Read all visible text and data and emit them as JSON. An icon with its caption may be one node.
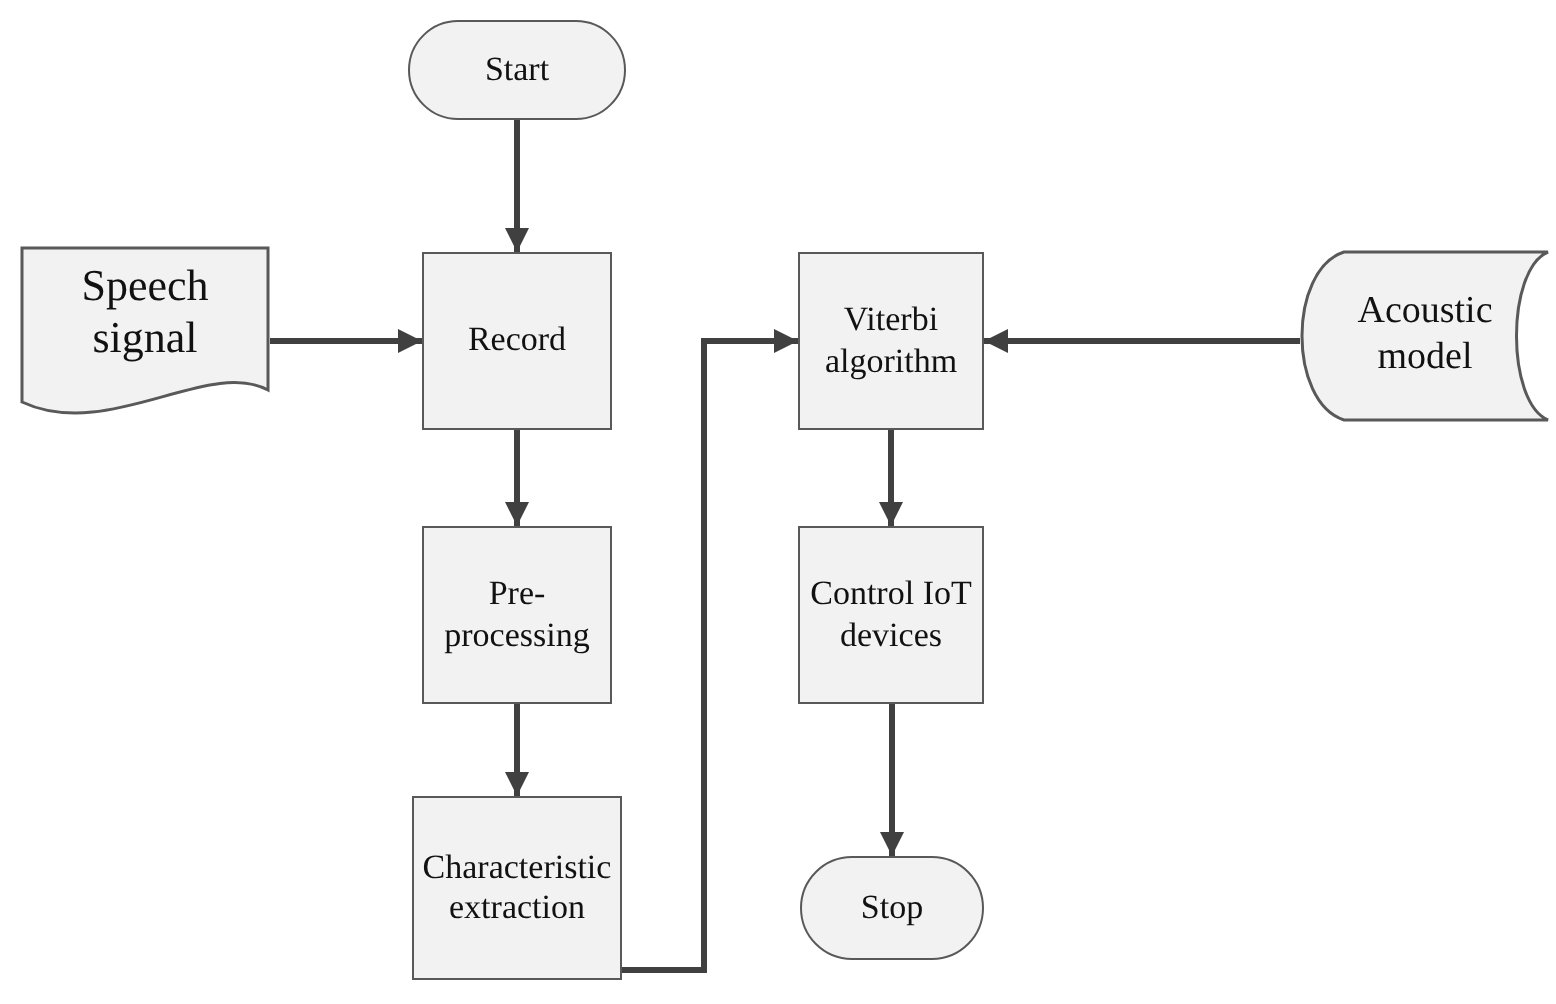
{
  "diagram": {
    "nodes": [
      {
        "text": [
          "Start"
        ]
      },
      {
        "text": [
          "Speech signal"
        ]
      },
      {
        "text": [
          "Record"
        ]
      },
      {
        "text": [
          "Pre-processing"
        ]
      },
      {
        "text": [
          "Characteristic extraction"
        ]
      },
      {
        "text": [
          "Viterbi algorithm"
        ]
      },
      {
        "text": [
          "Acoustic model"
        ]
      },
      {
        "text": [
          "Control IoT devices"
        ]
      },
      {
        "text": [
          "Stop"
        ]
      }
    ],
    "edges": [
      {
        "from": 0,
        "to": 2,
        "arrow": "to"
      },
      {
        "from": 1,
        "to": 2,
        "arrow": "to"
      },
      {
        "from": 2,
        "to": 3,
        "arrow": "to"
      },
      {
        "from": 3,
        "to": 4,
        "arrow": "to"
      },
      {
        "from": 4,
        "to": 5,
        "arrow": "to"
      },
      {
        "from": 6,
        "to": 5,
        "arrow": "to"
      },
      {
        "from": 5,
        "to": 7,
        "arrow": "to"
      },
      {
        "from": 7,
        "to": 8,
        "arrow": "to"
      }
    ]
  }
}
